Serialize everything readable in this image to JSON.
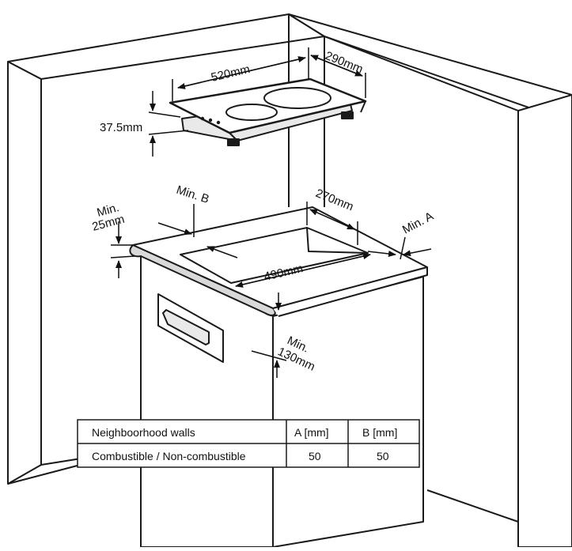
{
  "dimensions": {
    "hob_width": "520mm",
    "hob_depth": "290mm",
    "hob_height": "37.5mm",
    "cutout_depth": "270mm",
    "cutout_width": "490mm",
    "min_a": "Min. A",
    "min_b": "Min. B",
    "min_front_line1": "Min.",
    "min_front_line2": "25mm",
    "min_below_line1": "Min.",
    "min_below_line2": "130mm"
  },
  "table": {
    "headers": [
      "Neighboorhood walls",
      "A [mm]",
      "B [mm]"
    ],
    "rows": [
      [
        "Combustible / Non-combustible",
        "50",
        "50"
      ]
    ]
  },
  "colors": {
    "line": "#1a1a1a",
    "wall_top": "#ffffff",
    "cabinet_side": "#ffffff"
  }
}
